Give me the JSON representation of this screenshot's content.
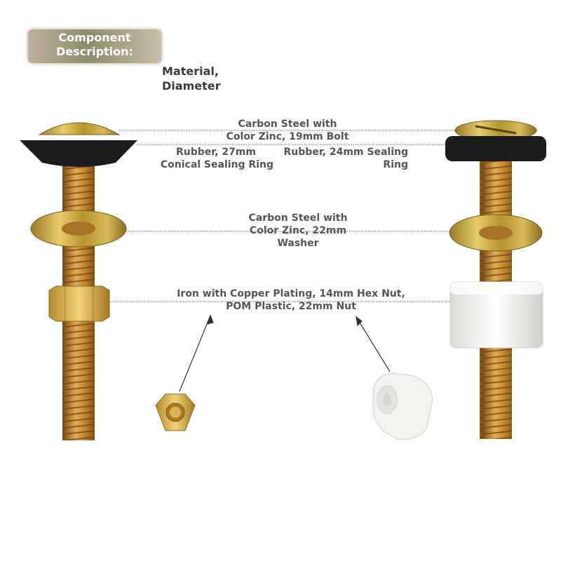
{
  "header": {
    "badge_line1": "Component",
    "badge_line2": "Description:",
    "subtitle_line1": "Material,",
    "subtitle_line2": "Diameter"
  },
  "labels": {
    "bolt_line1": "Carbon Steel with",
    "bolt_line2": "Color Zinc, 19mm Bolt",
    "ring_left_line1": "Rubber, 27mm",
    "ring_left_line2": "Conical Sealing Ring",
    "ring_right_line1": "Rubber, 24mm Sealing",
    "ring_right_line2": "Ring",
    "washer_line1": "Carbon Steel with",
    "washer_line2": "Color Zinc, 22mm",
    "washer_line3": "Washer",
    "nut_line1": "Iron with Copper Plating, 14mm Hex Nut,",
    "nut_line2": "POM Plastic, 22mm Nut"
  },
  "colors": {
    "brass": "#c8932f",
    "zinc_gold": "#c9a640",
    "rubber": "#1c1c1c",
    "pom_white": "#f3f3f0",
    "badge": "#9e977c"
  }
}
